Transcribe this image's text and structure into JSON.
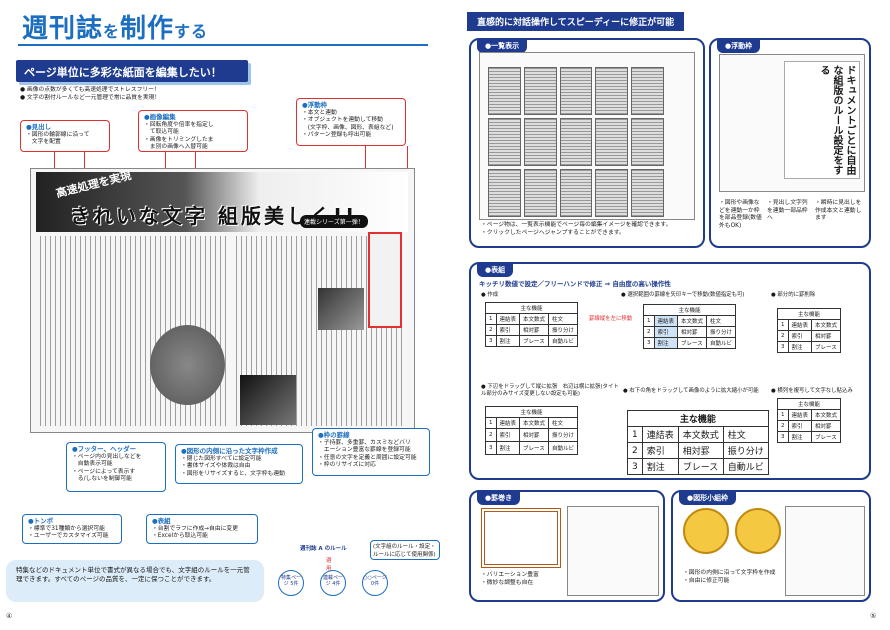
{
  "left": {
    "title": "週刊誌",
    "title_small1": "を",
    "title_main2": "制作",
    "title_small2": "する",
    "banner": "ページ単位に多彩な紙面を編集したい！",
    "intro": [
      "● 画像の点数が多くても高速処理でストレスフリー！",
      "● 文字の割付ルールなど一元管理で常に品質を実現！"
    ],
    "callouts": {
      "midashi": {
        "hd": "●見出し",
        "lines": [
          "・図形の輪郭線に沿って",
          "　文字を配置"
        ]
      },
      "gazou": {
        "hd": "●画像編集",
        "lines": [
          "・回転角度や倍率を指定し",
          "　て取込可能",
          "・画像をトリミングしたま",
          "　ま別の画像へ入替可能"
        ]
      },
      "fudou": {
        "hd": "●浮動枠",
        "lines": [
          "・本文と連動",
          "・オブジェクトを連動して移動",
          "　(文字枠、画像、図形、表組など)",
          "・パターン登録も呼出可能"
        ]
      },
      "footer": {
        "hd": "●フッター、ヘッダー",
        "lines": [
          "・ページ内の見出しなどを",
          "　自動表示可能",
          "・ページによって表示す",
          "　る/しないを制御可能"
        ]
      },
      "zukei": {
        "hd": "●図形の内側に沿った文字枠作成",
        "lines": [
          "・閉じた図形すべてに設定可能",
          "・書体サイズや体裁は自由",
          "・図形をリサイズすると、文字枠も連動"
        ]
      },
      "waku": {
        "hd": "●枠の罫線",
        "lines": [
          "・子持罫、多重罫、カスミなどバリ",
          "　エーション豊富な罫線を登録可能",
          "・任意の文字を定義と周囲に設定可能",
          "・枠のリサイズに対応"
        ]
      },
      "tombo": {
        "hd": "●トンボ",
        "lines": [
          "・標準で31種類から選択可能",
          "・ユーザーでカスタマイズ可能"
        ]
      },
      "hyou": {
        "hd": "●表組",
        "lines": [
          "・台割でラフに作成→自由に変更",
          "・Excelから取込可能"
        ]
      }
    },
    "hero": {
      "main": "きれいな文字 組版美しく!!",
      "sub": "高速処理を実現",
      "tag": "連載シリーズ第一弾！"
    },
    "bottom_text": "特集などのドキュメント単位で書式が異なる場合でも、文字組のルールを一元管理できます。すべてのページの品質を、一定に保つことができます。",
    "rule": {
      "label": "週刊誌 A のルール",
      "note": "(文字組のルール・設定・ルールに応じて使用関係)",
      "applied": "適用",
      "c1": "特集ページ 5件",
      "c2": "連載ページ 4件",
      "c3": "○○ページ 0件"
    },
    "page_no": "④"
  },
  "right": {
    "title": "直感的に対話操作してスピーディーに修正が可能",
    "panels": {
      "ichiran": {
        "hd": "●一覧表示",
        "bullets": [
          "・ページ物は、一覧表示機能でページ毎の編集イメージを確認できます。",
          "・クリックしたページへジャンプすることができます。"
        ]
      },
      "fudou": {
        "hd": "●浮動枠",
        "text": "ドキュメントごとに自由な組版のルール設定をする",
        "bullets": [
          "・図形や画像などを連動一か枠を部品登録(数値外もOK)",
          "・見出し文字列を連動一部品枠へ",
          "・瞬時に見出しを作成本文と連動します"
        ]
      },
      "hyou": {
        "hd": "●表組",
        "sub": "キッチリ数値で設定／フリーハンドで修正 ⇒ 自由度の高い操作性",
        "steps": [
          "● 作成",
          "● 選択範囲の罫線を矢印キーで移動(数値指定も可)",
          "● 部分的に罫削除",
          "● 下辺をドラッグして縦に拡張　右辺は横に拡張(タイトル部分のみサイズ変更しない設定も可能)",
          "● 右下の角をドラッグして画像のように拡大縮小が可能",
          "● 横列を複写して文字なし貼込み"
        ],
        "arrow_text": "罫線縦を左に移動",
        "header": "主な機能",
        "rows": [
          [
            "1",
            "連結表",
            "本文数式",
            "柱文"
          ],
          [
            "2",
            "索引",
            "相対罫",
            "振り分け"
          ],
          [
            "3",
            "割注",
            "ブレース",
            "自動ルビ"
          ]
        ]
      },
      "keigaki": {
        "hd": "●罫巻き",
        "bullets": [
          "・バリエーション豊富",
          "・微妙な調整も自在"
        ]
      },
      "zukeikogumi": {
        "hd": "●図形小組枠",
        "bullets": [
          "・図形の内側に沿って文字枠を作成",
          "・自由に修正可能"
        ]
      }
    },
    "page_no": "⑤"
  }
}
